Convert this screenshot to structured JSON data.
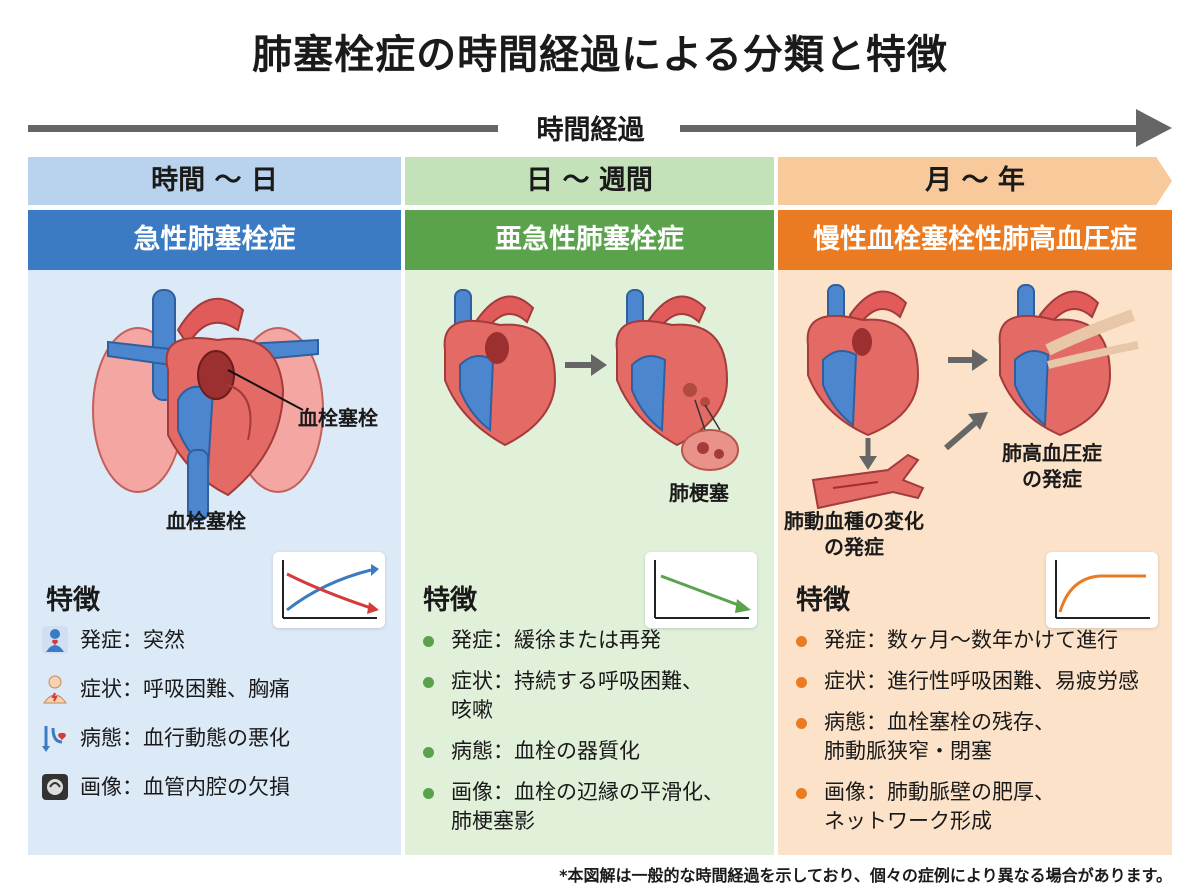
{
  "title": "肺塞栓症の時間経過による分類と特徴",
  "timeline": {
    "label": "時間経過"
  },
  "columns": [
    {
      "period": "時間 〜 日",
      "name": "急性肺塞栓症",
      "labels": {
        "thrombus_top": "血栓塞栓",
        "thrombus_bottom": "血栓塞栓"
      },
      "features_title": "特徴",
      "features": [
        {
          "icon": "person-heart-icon",
          "text": "発症：突然"
        },
        {
          "icon": "chest-pain-icon",
          "text": "症状：呼吸困難、胸痛"
        },
        {
          "icon": "hemodynamics-icon",
          "text": "病態：血行動態の悪化"
        },
        {
          "icon": "ct-scan-icon",
          "text": "画像：血管内腔の欠損"
        }
      ]
    },
    {
      "period": "日 〜 週間",
      "name": "亜急性肺塞栓症",
      "labels": {
        "infarct": "肺梗塞"
      },
      "features_title": "特徴",
      "features": [
        {
          "text": "発症：緩徐または再発"
        },
        {
          "text": "症状：持続する呼吸困難、\n咳嗽"
        },
        {
          "text": "病態：血栓の器質化"
        },
        {
          "text": "画像：血栓の辺縁の平滑化、\n肺梗塞影"
        }
      ]
    },
    {
      "period": "月 〜 年",
      "name": "慢性血栓塞栓性肺高血圧症",
      "labels": {
        "vessel_change": "肺動血種の変化\nの発症",
        "ph_onset": "肺高血圧症\nの発症"
      },
      "features_title": "特徴",
      "features": [
        {
          "text": "発症：数ヶ月〜数年かけて進行"
        },
        {
          "text": "症状：進行性呼吸困難、易疲労感"
        },
        {
          "text": "病態：血栓塞栓の残存、\n肺動脈狭窄・閉塞"
        },
        {
          "text": "画像：肺動脈壁の肥厚、\nネットワーク形成"
        }
      ]
    }
  ],
  "colors": {
    "acute": "#3b7bc3",
    "subacute": "#5aa24b",
    "chronic": "#ea7b22"
  },
  "footnote": "*本図解は一般的な時間経過を示しており、個々の症例により異なる場合があります。"
}
